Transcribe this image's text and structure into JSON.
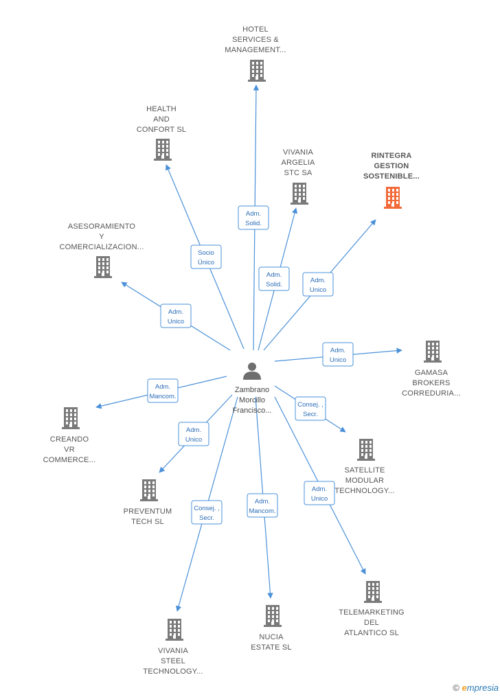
{
  "center": {
    "name_lines": [
      "Zambrano",
      "Morcillo",
      "Francisco..."
    ],
    "icon": "person-icon"
  },
  "companies": [
    {
      "id": "hotel",
      "lines": [
        "HOTEL",
        "SERVICES &",
        "MANAGEMENT..."
      ],
      "icon": "building-icon",
      "highlight": false,
      "role_lines": [
        "Adm.",
        "Solid."
      ]
    },
    {
      "id": "health",
      "lines": [
        "HEALTH",
        "AND",
        "CONFORT SL"
      ],
      "icon": "building-icon",
      "highlight": false,
      "role_lines": [
        "Socio",
        "Único"
      ]
    },
    {
      "id": "vivania-argelia",
      "lines": [
        "VIVANIA",
        "ARGELIA",
        "STC SA"
      ],
      "icon": "building-icon",
      "highlight": false,
      "role_lines": [
        "Adm.",
        "Solid."
      ]
    },
    {
      "id": "rintegra",
      "lines": [
        "RINTEGRA",
        "GESTION",
        "SOSTENIBLE..."
      ],
      "icon": "building-icon",
      "highlight": true,
      "role_lines": [
        "Adm.",
        "Unico"
      ]
    },
    {
      "id": "asesoramiento",
      "lines": [
        "ASESORAMIENTO",
        "Y",
        "COMERCIALIZACION..."
      ],
      "icon": "building-icon",
      "highlight": false,
      "role_lines": [
        "Adm.",
        "Unico"
      ]
    },
    {
      "id": "gamasa",
      "lines": [
        "GAMASA",
        "BROKERS",
        "CORREDURIA..."
      ],
      "icon": "building-icon",
      "highlight": false,
      "role_lines": [
        "Adm.",
        "Unico"
      ]
    },
    {
      "id": "creando",
      "lines": [
        "CREANDO",
        "VR",
        "COMMERCE..."
      ],
      "icon": "building-icon",
      "highlight": false,
      "role_lines": [
        "Adm.",
        "Mancom."
      ]
    },
    {
      "id": "satellite",
      "lines": [
        "SATELLITE",
        "MODULAR",
        "TECHNOLOGY..."
      ],
      "icon": "building-icon",
      "highlight": false,
      "role_lines": [
        "Consej. ,",
        "Secr."
      ]
    },
    {
      "id": "preventum",
      "lines": [
        "PREVENTUM",
        "TECH SL"
      ],
      "icon": "building-icon",
      "highlight": false,
      "role_lines": [
        "Adm.",
        "Unico"
      ]
    },
    {
      "id": "telemarketing",
      "lines": [
        "TELEMARKETING",
        "DEL",
        "ATLANTICO SL"
      ],
      "icon": "building-icon",
      "highlight": false,
      "role_lines": [
        "Adm.",
        "Unico"
      ]
    },
    {
      "id": "vivania-steel",
      "lines": [
        "VIVANIA",
        "STEEL",
        "TECHNOLOGY..."
      ],
      "icon": "building-icon",
      "highlight": false,
      "role_lines": [
        "Consej. ,",
        "Secr."
      ]
    },
    {
      "id": "nucia",
      "lines": [
        "NUCIA",
        "ESTATE SL"
      ],
      "icon": "building-icon",
      "highlight": false,
      "role_lines": [
        "Adm.",
        "Mancom."
      ]
    }
  ],
  "colors": {
    "edge": "#4a90d9",
    "building": "#7a7a7a",
    "building_highlight": "#f26a3a",
    "label_text": "#2a6cb8"
  },
  "footer": {
    "copyright": "©",
    "brand_e": "e",
    "brand_rest": "mpresia"
  }
}
